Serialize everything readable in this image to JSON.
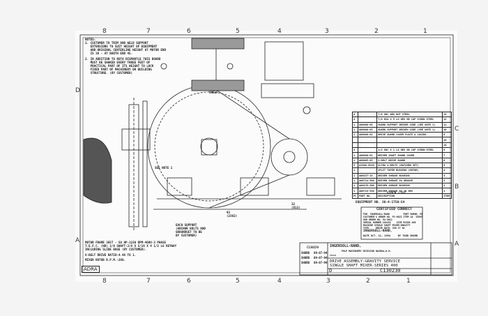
{
  "notes": {
    "title": "NOTES:",
    "note1": "1. CUSTOMER TO TRIM AND WELD SUPPORT\n   EXTENSIONS TO SUIT HEIGHT OF EQUIPMENT\n   AND ORIGINAL CENTERLINE HEIGHT AT MOTOR END\n   IS 36 - AT BOOTH END 45.",
    "note2": "2. IN ADDITION TO ROTA DISMANTLE THIS BOARD\n   MUST BE SHAKED EVERY THREE FEET OF\n   PRACTICAL PART OF ITS HEIGHT TO LOCK\n   FIXED PART OF MACHINERY OR BUILDING\n   STRUCTURE. (BY CUSTOMER)"
  },
  "motor_notes": {
    "line1": "MOTOR FRAME 365T - 50 HP-1150 RPM-460V-3 PHASE\nT.E.F.C. (HD) 3/8 SHAFT-3/8 X 5/16 X 4 1/2 LG KEYWAY\nINCLUDING SLIDE BASE (BY CUSTOMER).",
    "line2": "V-BELT DRIVE RATIO-4.46 TO 1.",
    "line3": "MIXER ROTOR R.P.M.-260."
  },
  "callouts": {
    "see_note_1": "SEE NOTE 1",
    "each_support": "EACH SUPPORT\n(ANCHOR BOLTS AND\nGROUNDSET TO BE\nBY CUSTOMER)",
    "dim_93": "93\n(2362)",
    "dim_32": "32\n(813)",
    "belt_label": "SHELF"
  },
  "stamp": "ADRA",
  "zones": {
    "top": [
      "8",
      "7",
      "6",
      "5",
      "4",
      "3",
      "2",
      "1"
    ],
    "bottom": [
      "8",
      "7",
      "6",
      "5",
      "4",
      "3",
      "2",
      "1"
    ],
    "right": [
      "C",
      "B",
      "A"
    ],
    "left": [
      "D",
      "A"
    ]
  },
  "parts_list": {
    "header": [
      "PC",
      "PART NO.",
      "DESCRIPTION",
      "ITEM"
    ],
    "rows": [
      [
        "4",
        "",
        "7/8 UNC HEX NUT                    STEEL",
        "13"
      ],
      [
        "4",
        "",
        "7/8 DIA X 5 LG HEX HD CAP SCREW STEEL",
        "12"
      ],
      [
        "1",
        "A00066-05",
        "GUARD SUPPORT DRIVER SIDE (SEE NOTE 1)",
        "11"
      ],
      [
        "1",
        "A00066-03",
        "GUARD SUPPORT DRIVEN SIDE (SEE NOTE 1)",
        "10"
      ],
      [
        "1",
        "A00086-02",
        "DRIVE GUARD COVER PLATE & CASING",
        "9"
      ],
      [
        "",
        "",
        "",
        "15"
      ],
      [
        "",
        "",
        "",
        "14"
      ],
      [
        "4",
        "",
        "1/2 UNC X 1 LG HEX HD CAP SCREW-STEEL",
        "8"
      ],
      [
        "1",
        "A00086-01",
        "DRIVER SHAFT GUARD COVER",
        "7"
      ],
      [
        "1",
        "A00065-05",
        "V-BELT DRIVE GUARD",
        "6"
      ],
      [
        "5",
        "A1308-5V10",
        "ULTRA V-BELTS (MATCHED SET)",
        "5"
      ],
      [
        "1",
        "",
        "SPLIT TAPER BUSHING (MOTOR)",
        "4"
      ],
      [
        "1",
        "A00437-1V",
        "DRIVER SHEAVE BUSHING",
        "3"
      ],
      [
        "1",
        "A00714-500",
        "DRIVEN SHEAVE 10 GROOVE",
        "2"
      ],
      [
        "1",
        "A00135-500",
        "DRIVEN SHEAVE BUSHING",
        "1"
      ],
      [
        "1",
        "A00715-5V0",
        "DRIVER SHEAVE 5V 10 GRV",
        "1"
      ]
    ],
    "footer_desc": "DESCRIPTION",
    "stock_list": "STOCK LIST",
    "equipment_no": "EQUIPMENT NO. 30-4-1750-54"
  },
  "certified": {
    "title": "CERTIFIED CORRECT",
    "lines": [
      "FOR  INGERSOLL-RAND          PORT HURON, MI",
      "CUSTOMER'S ORDER NO. P1-0822 ITEM 1A  25095",
      "OUR ORDER NO. 54-3012",
      "SERIAL NUMBER 102452    SIZE RCSEA 400",
      "MACHINE SINGLE SHAFT MIXER-GRAVITY",
      "TYPE     DRIVE DATE: JUN 27 94"
    ],
    "company": "INGERSOLL-RAND,",
    "date_line": "DATE OCT. 11, 1994     BY TODD SHORB"
  },
  "title_block": {
    "company": "INGERSOLL-RAND,",
    "division": "PULP MACHINERY DIVISION NASHUA,N.H.",
    "title_label": "TITLE",
    "title": "DRIVE ASSEMBLY-GRAVITY SERVICE\nSINGLE SHAFT MIXER-SERIES 400",
    "size": "D",
    "drawing_no": "C130230",
    "ref_no": "C130229",
    "revisions": [
      [
        "SHORB",
        "09-07-94"
      ],
      [
        "SHORB",
        "09-07-94"
      ],
      [
        "SHORB",
        "09-07-94"
      ]
    ]
  }
}
